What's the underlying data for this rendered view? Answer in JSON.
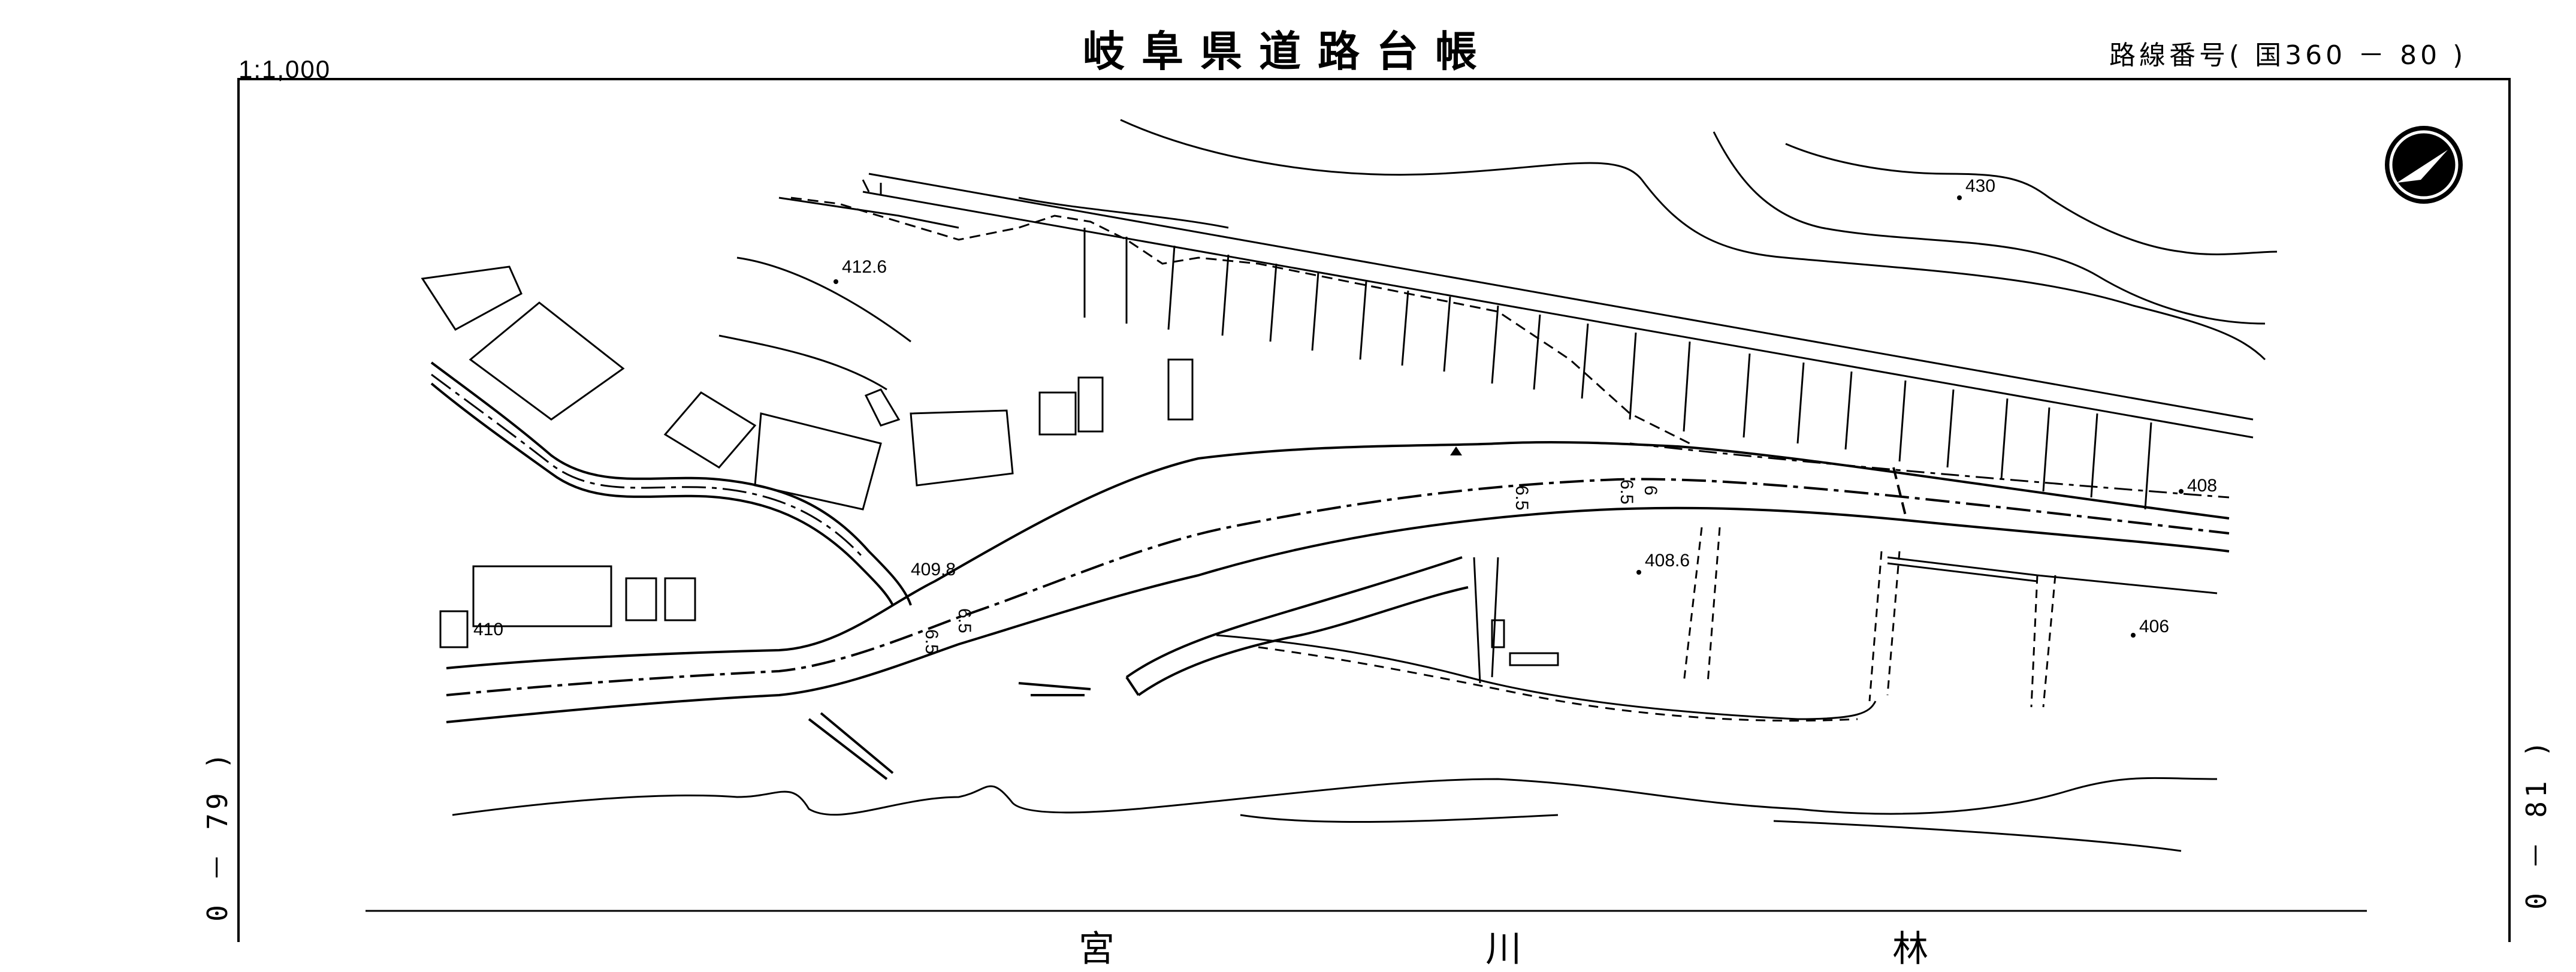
{
  "header": {
    "title": "岐阜県道路台帳",
    "scale": "1:1,000",
    "route_number": "路線番号( 国360 － 80 )"
  },
  "sheet_refs": {
    "left": "0 － 79 )",
    "right": "0 － 81 )"
  },
  "bottom_text": "宮 川 林",
  "map": {
    "elevations": [
      "412.6",
      "409.8",
      "410",
      "408.6",
      "408",
      "406",
      "430"
    ],
    "road_widths": [
      "6.5",
      "6.5",
      "6",
      "6.5",
      "6.5"
    ],
    "north_arrow_icon": "north-arrow-icon"
  }
}
